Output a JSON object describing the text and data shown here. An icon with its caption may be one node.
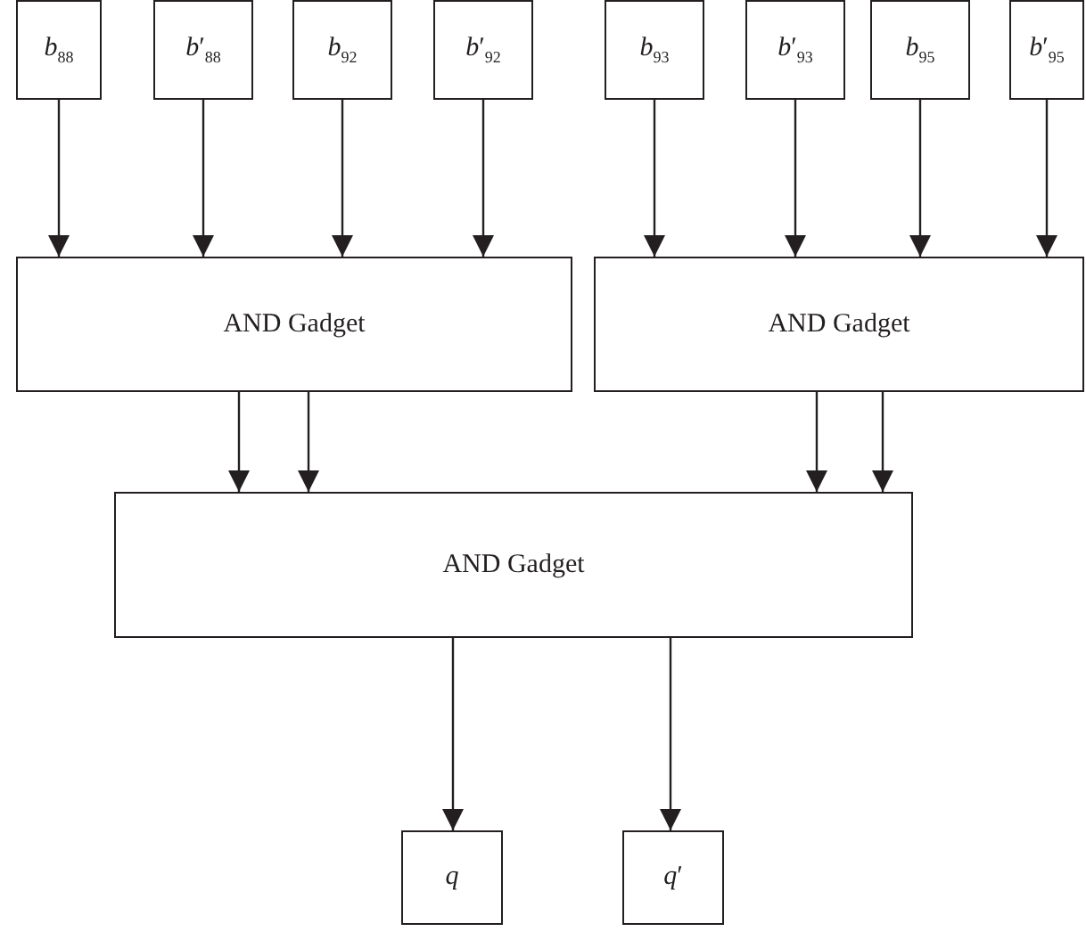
{
  "diagram": {
    "nodes": [
      {
        "text": [
          "*b*$_{88}$"
        ]
      },
      {
        "text": [
          "*b*′$_{88}$"
        ]
      },
      {
        "text": [
          "*b*$_{92}$"
        ]
      },
      {
        "text": [
          "*b*′$_{92}$"
        ]
      },
      {
        "text": [
          "*b*$_{93}$"
        ]
      },
      {
        "text": [
          "*b*′$_{93}$"
        ]
      },
      {
        "text": [
          "*b*$_{95}$"
        ]
      },
      {
        "text": [
          "*b*′$_{95}$"
        ]
      },
      {
        "text": [
          "AND Gadget"
        ]
      },
      {
        "text": [
          "AND Gadget"
        ]
      },
      {
        "text": [
          "AND Gadget"
        ]
      },
      {
        "text": [
          "*q*"
        ]
      },
      {
        "text": [
          "*q*′"
        ]
      }
    ],
    "edges": [
      {
        "from": 0,
        "to": 8,
        "arrow": "to"
      },
      {
        "from": 1,
        "to": 8,
        "arrow": "to"
      },
      {
        "from": 2,
        "to": 8,
        "arrow": "to"
      },
      {
        "from": 3,
        "to": 8,
        "arrow": "to"
      },
      {
        "from": 4,
        "to": 9,
        "arrow": "to"
      },
      {
        "from": 5,
        "to": 9,
        "arrow": "to"
      },
      {
        "from": 6,
        "to": 9,
        "arrow": "to"
      },
      {
        "from": 7,
        "to": 9,
        "arrow": "to"
      },
      {
        "from": 8,
        "to": 10,
        "arrow": "to"
      },
      {
        "from": 8,
        "to": 10,
        "arrow": "to"
      },
      {
        "from": 9,
        "to": 10,
        "arrow": "to"
      },
      {
        "from": 9,
        "to": 10,
        "arrow": "to"
      },
      {
        "from": 10,
        "to": 11,
        "arrow": "to"
      },
      {
        "from": 10,
        "to": 12,
        "arrow": "to"
      }
    ]
  }
}
